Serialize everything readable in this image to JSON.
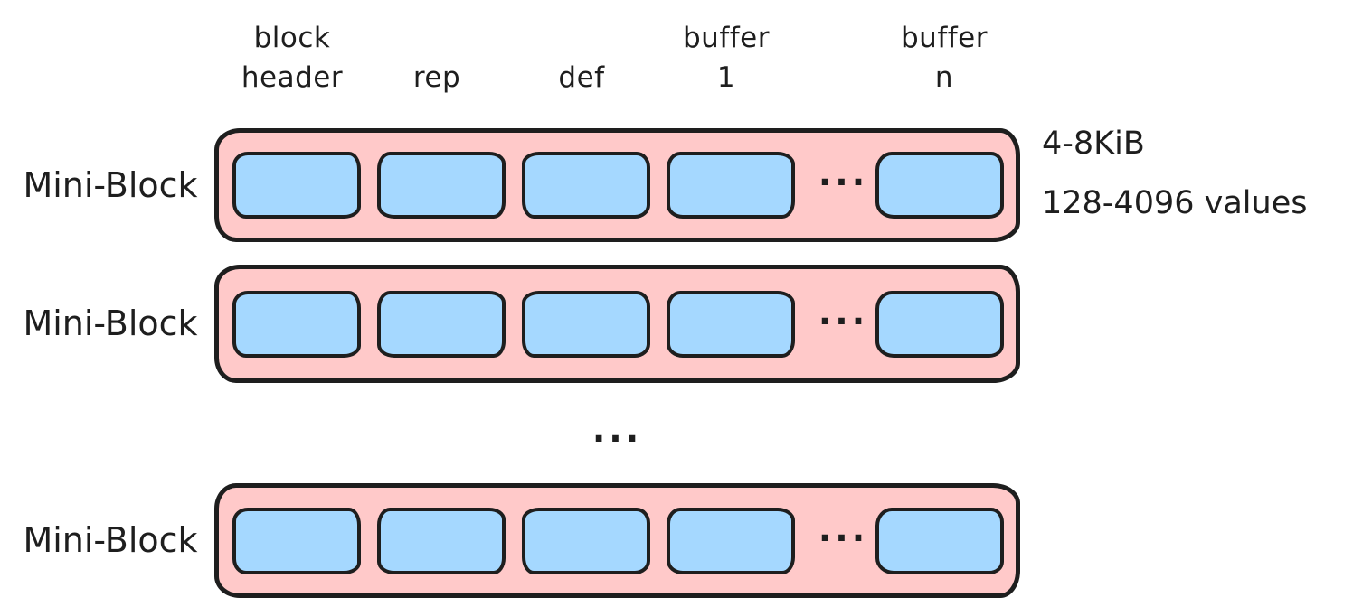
{
  "columns": [
    {
      "line1": "block",
      "line2": "header"
    },
    {
      "line1": "",
      "line2": "rep"
    },
    {
      "line1": "",
      "line2": "def"
    },
    {
      "line1": "buffer",
      "line2": "1"
    },
    {
      "line1": "buffer",
      "line2": "n"
    }
  ],
  "rows": [
    {
      "label": "Mini-Block"
    },
    {
      "label": "Mini-Block"
    },
    {
      "label": "Mini-Block"
    }
  ],
  "ellipsis": {
    "in_row": "...",
    "between_rows": "..."
  },
  "annotations": {
    "size": "4-8KiB",
    "values": "128-4096 values"
  },
  "colors": {
    "block_fill": "#ffc9c9",
    "buffer_fill": "#a5d8ff",
    "stroke": "#1e1e1e",
    "background": "#ffffff"
  }
}
